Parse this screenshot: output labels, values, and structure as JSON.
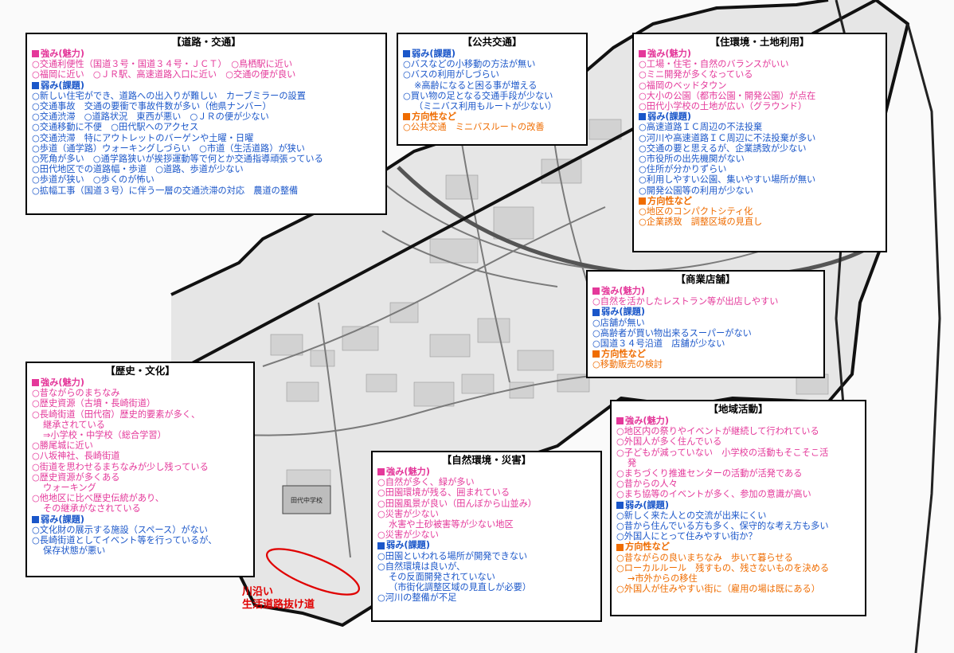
{
  "colors": {
    "strength": "#e4389a",
    "weakness": "#1a56c9",
    "direction": "#ef6c00",
    "annotation": "#e00000"
  },
  "panels": {
    "road": {
      "title": "【道路・交通】",
      "strength_heading": "強み(魅力)",
      "strengths": [
        "○交通利便性（国道３号・国道３４号・ＪＣＴ）　○鳥栖駅に近い",
        "○福岡に近い　○ＪＲ駅、高速道路入口に近い　○交通の便が良い"
      ],
      "weakness_heading": "弱み(課題)",
      "weaknesses": [
        "○新しい住宅ができ、道路への出入りが難しい　カーブミラーの設置",
        "○交通事故　交通の要衝で事故件数が多い（他県ナンバー）",
        "○交通渋滞　○道路状況　東西が悪い　○ＪＲの便が少ない",
        "○交通移動に不便　○田代駅へのアクセス",
        "○交通渋滞　特にアウトレットのバーゲンや土曜・日曜",
        "○歩道（通学路）ウォーキングしづらい　○市道（生活道路）が狭い",
        "○死角が多い　○通学路狭いが挨拶運動等で何とか交通指導頑張っている",
        "○田代地区での道路幅・歩道　○道路、歩道が少ない",
        "○歩道が狭い　○歩くのが怖い",
        "○拡幅工事（国道３号）に伴う一層の交通渋滞の対応　農道の整備"
      ]
    },
    "transit": {
      "title": "【公共交通】",
      "weakness_heading": "弱み(課題)",
      "weaknesses": [
        "○バスなどの小移動の方法が無い",
        "○バスの利用がしづらい",
        "※高齢になると困る事が増える",
        "○買い物の足となる交通手段が少ない",
        "（ミニバス利用もルートが少ない）"
      ],
      "direction_heading": "方向性など",
      "directions": [
        "○公共交通　ミニバスルートの改善"
      ]
    },
    "housing": {
      "title": "【住環境・土地利用】",
      "strength_heading": "強み(魅力)",
      "strengths": [
        "○工場・住宅・自然のバランスがいい",
        "○ミニ開発が多くなっている",
        "○福岡のベッドタウン",
        "○大小の公園（都市公園・開発公園）が点在",
        "○田代小学校の土地が広い（グラウンド）"
      ],
      "weakness_heading": "弱み(課題)",
      "weaknesses": [
        "○高速道路ＩＣ周辺の不法投棄",
        "○河川や高速道路ＩＣ周辺に不法投棄が多い",
        "○交通の要と思えるが、企業誘致が少ない",
        "○市役所の出先機関がない",
        "○住所が分かりずらい",
        "○利用しやすい公園、集いやすい場所が無い",
        "○開発公園等の利用が少ない"
      ],
      "direction_heading": "方向性など",
      "directions": [
        "○地区のコンパクトシティ化",
        "○企業誘致　調整区域の見直し"
      ]
    },
    "shops": {
      "title": "【商業店舗】",
      "strength_heading": "強み(魅力)",
      "strengths": [
        "○自然を活かしたレストラン等が出店しやすい"
      ],
      "weakness_heading": "弱み(課題)",
      "weaknesses": [
        "○店舗が無い",
        "○高齢者が買い物出来るスーパーがない",
        "○国道３４号沿道　店舗が少ない"
      ],
      "direction_heading": "方向性など",
      "directions": [
        "○移動販売の検討"
      ]
    },
    "history": {
      "title": "【歴史・文化】",
      "strength_heading": "強み(魅力)",
      "strengths": [
        "○昔ながらのまちなみ",
        "○歴史資源（古墳・長崎街道）",
        "○長崎街道（田代宿）歴史的要素が多く、",
        "継承されている",
        "⇒小学校・中学校（総合学習）",
        "○勝尾城に近い",
        "○八坂神社、長崎街道",
        "○街道を思わせるまちなみが少し残っている",
        "○歴史資源が多くある",
        "ウォーキング",
        "○他地区に比べ歴史伝統があり、",
        "その継承がなされている"
      ],
      "weakness_heading": "弱み(課題)",
      "weaknesses": [
        "○文化財の展示する施設（スペース）がない",
        "○長崎街道としてイベント等を行っているが、",
        "保存状態が悪い"
      ]
    },
    "nature": {
      "title": "【自然環境・災害】",
      "strength_heading": "強み(魅力)",
      "strengths": [
        "○自然が多く、緑が多い",
        "○田園環境が残る、囲まれている",
        "○田園風景が良い（田んぼから山並み）",
        "○災害が少ない",
        "水害や土砂被害等が少ない地区",
        "○災害が少ない"
      ],
      "weakness_heading": "弱み(課題)",
      "weaknesses": [
        "○田園といわれる場所が開発できない",
        "○自然環境は良いが、",
        "その反面開発されていない",
        "（市街化調整区域の見直しが必要）",
        "○河川の整備が不足"
      ]
    },
    "community": {
      "title": "【地域活動】",
      "strength_heading": "強み(魅力)",
      "strengths": [
        "○地区内の祭りやイベントが継続して行われている",
        "○外国人が多く住んでいる",
        "○子どもが減っていない　小学校の活動もそこそこ活",
        "発",
        "○まちづくり推進センターの活動が活発である",
        "○昔からの人々",
        "○まち協等のイベントが多く、参加の意識が高い"
      ],
      "weakness_heading": "弱み(課題)",
      "weaknesses": [
        "○新しく来た人との交流が出来にくい",
        "○昔から住んでいる方も多く、保守的な考え方も多い",
        "○外国人にとって住みやすい街か？"
      ],
      "direction_heading": "方向性など",
      "directions": [
        "○昔ながらの良いまちなみ　歩いて暮らせる",
        "○ローカルルール　残すもの、残さないものを決める",
        "→市外からの移住",
        "○外国人が住みやすい街に（雇用の場は既にある）"
      ]
    }
  },
  "map": {
    "annotation_line1": "川沿い",
    "annotation_line2": "生活道路抜け道",
    "building_label": "田代中学校"
  }
}
